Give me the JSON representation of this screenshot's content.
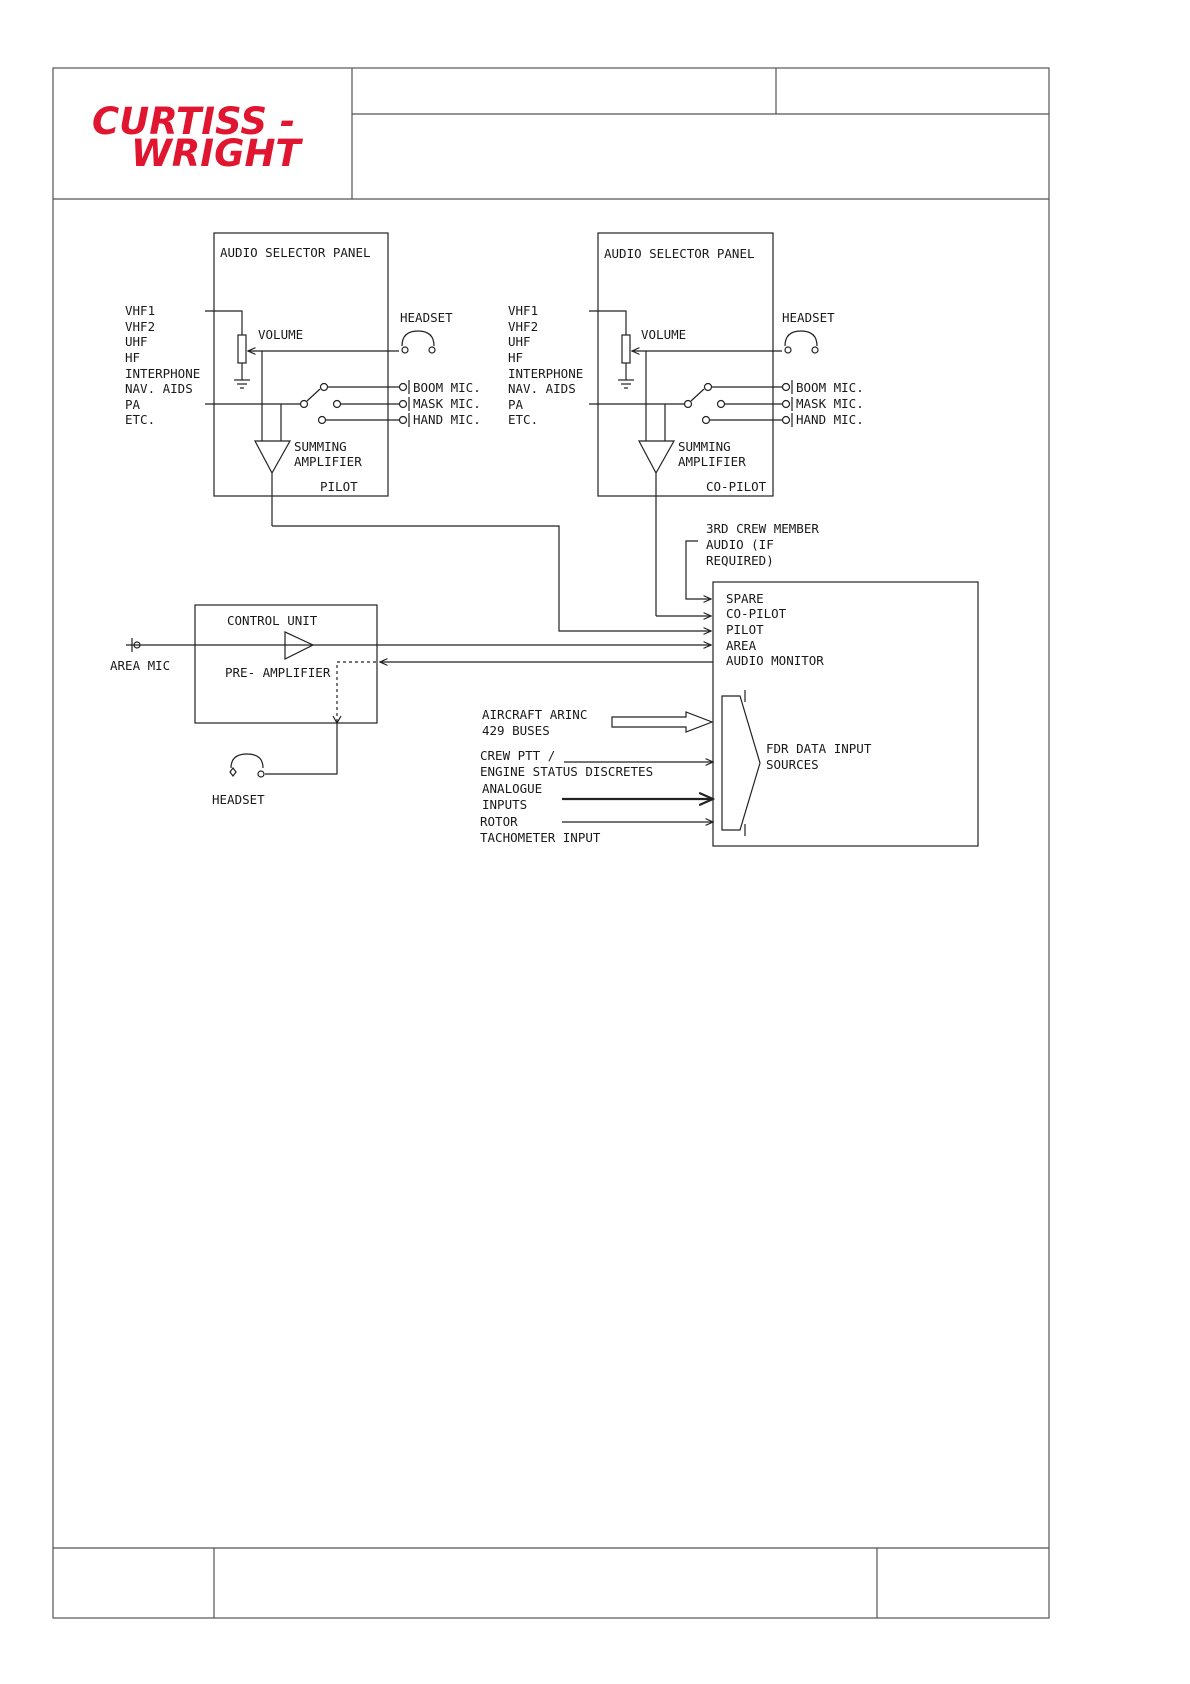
{
  "logo": {
    "line1": "CURTISS -",
    "line2": "WRIGHT",
    "color": "#e01530"
  },
  "pilot_panel": {
    "title": "AUDIO SELECTOR PANEL",
    "inputs": [
      "VHF1",
      "VHF2",
      "UHF",
      "HF",
      "INTERPHONE",
      "NAV. AIDS",
      "PA",
      "ETC."
    ],
    "volume": "VOLUME",
    "headset": "HEADSET",
    "mics": [
      "BOOM MIC.",
      "MASK MIC.",
      "HAND MIC."
    ],
    "amp_line1": "SUMMING",
    "amp_line2": "AMPLIFIER",
    "role": "PILOT"
  },
  "copilot_panel": {
    "title": "AUDIO SELECTOR PANEL",
    "inputs": [
      "VHF1",
      "VHF2",
      "UHF",
      "HF",
      "INTERPHONE",
      "NAV. AIDS",
      "PA",
      "ETC."
    ],
    "volume": "VOLUME",
    "headset": "HEADSET",
    "mics": [
      "BOOM MIC.",
      "MASK MIC.",
      "HAND MIC."
    ],
    "amp_line1": "SUMMING",
    "amp_line2": "AMPLIFIER",
    "role": "CO-PILOT"
  },
  "third_crew": [
    "3RD CREW MEMBER",
    "AUDIO (IF",
    "REQUIRED)"
  ],
  "control_unit": {
    "title": "CONTROL UNIT",
    "preamp": "PRE- AMPLIFIER",
    "area_mic": "AREA MIC",
    "headset": "HEADSET"
  },
  "recorder_inputs": [
    "SPARE",
    "CO-PILOT",
    "PILOT",
    "AREA",
    "AUDIO MONITOR"
  ],
  "fdr": {
    "label_line1": "FDR DATA INPUT",
    "label_line2": "SOURCES",
    "arinc_line1": "AIRCRAFT ARINC",
    "arinc_line2": "429  BUSES",
    "crew_line1": "CREW PTT /",
    "crew_line2": "ENGINE STATUS DISCRETES",
    "analogue_line1": "ANALOGUE",
    "analogue_line2": "INPUTS",
    "rotor_line1": "ROTOR",
    "rotor_line2": "TACHOMETER INPUT"
  }
}
